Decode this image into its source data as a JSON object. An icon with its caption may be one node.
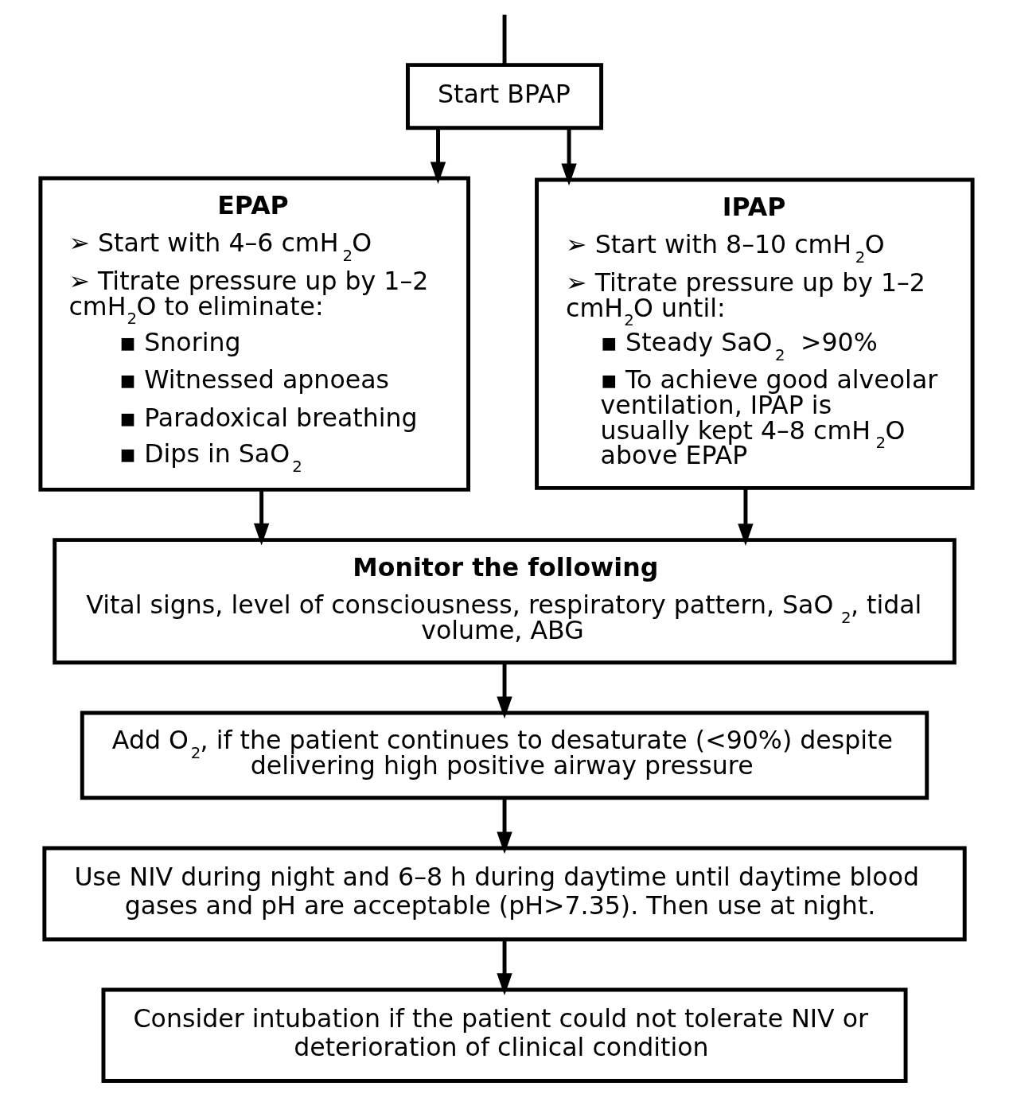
{
  "diagram": {
    "nodes": [
      {
        "text": [
          "Start BPAP"
        ]
      },
      {
        "text": [
          "EPAP",
          "➢ Start with 4–6 cmH$_{2}$O",
          "➢ Titrate pressure up by 1–2 cmH$_{2}$O to eliminate:",
          "▪ Snoring",
          "▪ Witnessed apnoeas",
          "▪ Paradoxical breathing",
          "▪ Dips in SaO$_{2}$"
        ]
      },
      {
        "text": [
          "IPAP",
          "➢ Start with 8–10 cmH$_{2}$O",
          "➢ Titrate pressure up by 1–2 cmH$_{2}$O until:",
          "▪ Steady SaO$_{2}$ >90%",
          "▪ To achieve good alveolar ventilation, IPAP is usually kept 4–8 cmH$_{2}$O above EPAP"
        ]
      },
      {
        "text": [
          "Monitor the following",
          "Vital signs, level of consciousness, respiratory pattern, SaO$_{2}$, tidal volume, ABG"
        ]
      },
      {
        "text": [
          "Add O$_{2}$, if the patient continues to desaturate (<90%) despite delivering high positive airway pressure"
        ]
      },
      {
        "text": [
          "Use NIV during night and 6–8 h during daytime until daytime blood gases and pH are acceptable (pH>7.35). Then use at night."
        ]
      },
      {
        "text": [
          "Consider intubation if the patient could not tolerate NIV or deterioration of clinical condition"
        ]
      }
    ],
    "edges": [
      {
        "from": null,
        "to": 0,
        "arrow": "none"
      },
      {
        "from": 0,
        "to": 1,
        "arrow": "to"
      },
      {
        "from": 0,
        "to": 2,
        "arrow": "to"
      },
      {
        "from": 1,
        "to": 3,
        "arrow": "to"
      },
      {
        "from": 2,
        "to": 3,
        "arrow": "to"
      },
      {
        "from": 3,
        "to": 4,
        "arrow": "to"
      },
      {
        "from": 4,
        "to": 5,
        "arrow": "to"
      },
      {
        "from": 5,
        "to": 6,
        "arrow": "to"
      }
    ]
  }
}
